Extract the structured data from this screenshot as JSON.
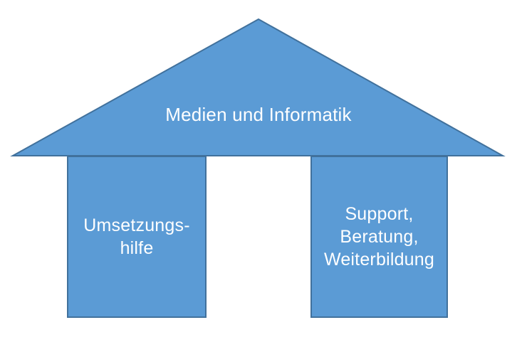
{
  "diagram": {
    "roof": {
      "label": "Medien und Informatik"
    },
    "pillars": [
      {
        "lines": [
          "Umsetzungs-",
          "hilfe"
        ]
      },
      {
        "lines": [
          "Support,",
          "Beratung,",
          "Weiterbildung"
        ]
      }
    ],
    "colors": {
      "shape_fill": "#5b9bd5",
      "shape_border": "#41719c",
      "text": "#ffffff",
      "background": "#ffffff"
    }
  }
}
